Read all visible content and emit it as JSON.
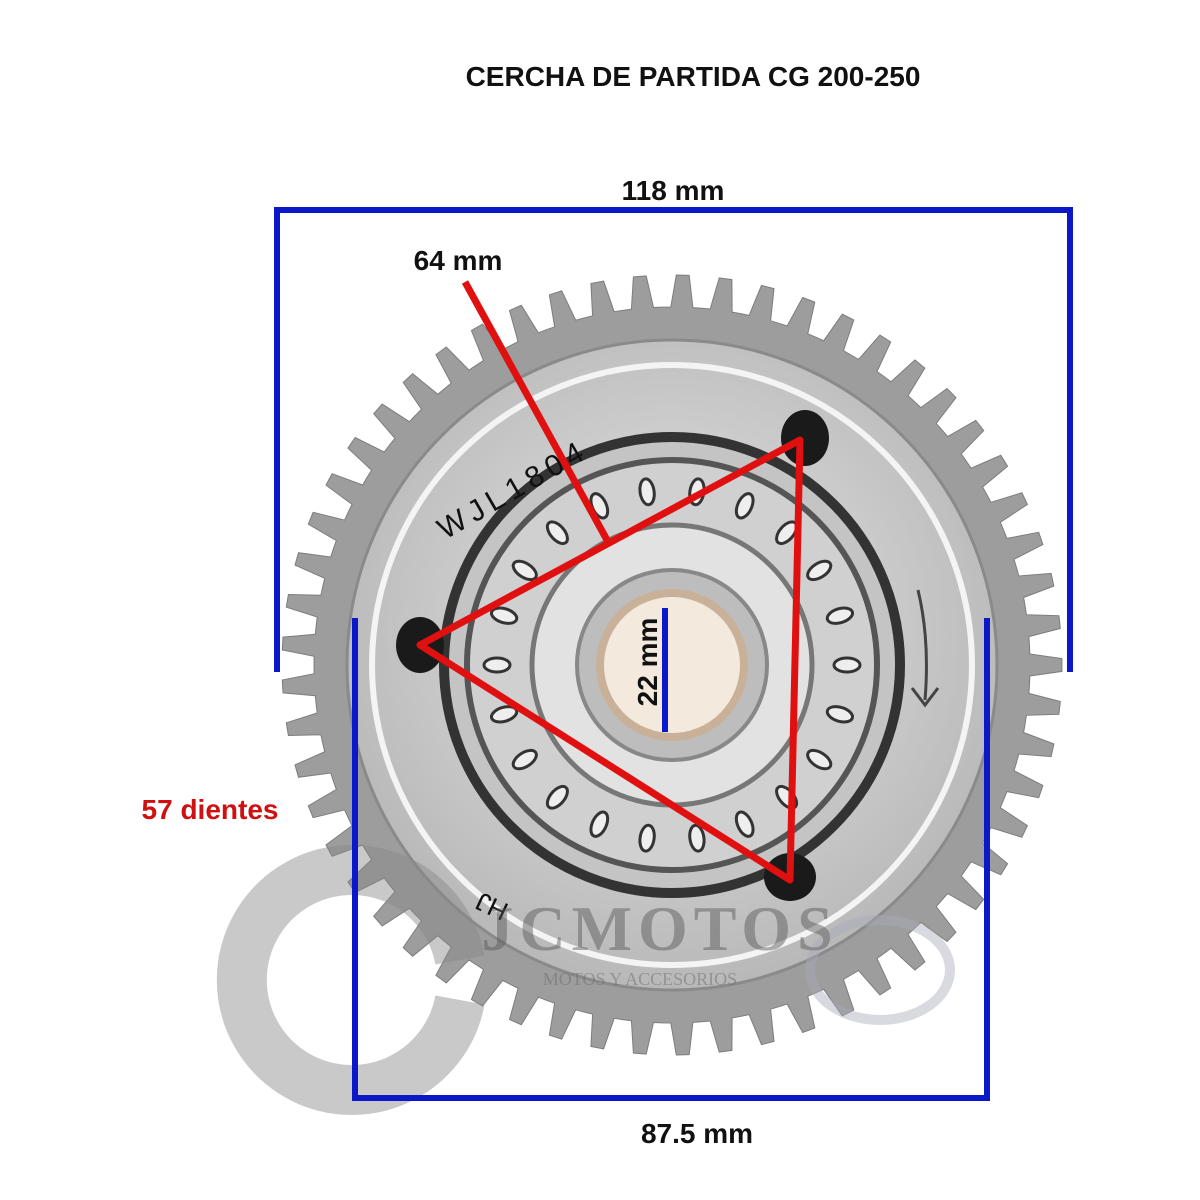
{
  "title": "CERCHA DE PARTIDA CG 200-250",
  "dimensions": {
    "outer_width": "118 mm",
    "bolt_circle": "64 mm",
    "bore": "22 mm",
    "hub_width": "87.5 mm",
    "teeth": "57 dientes"
  },
  "gear": {
    "tooth_count": 57,
    "engraving": "WJL1804",
    "engraving_small": "HJ"
  },
  "watermark": {
    "brand": "JCMOTOS",
    "subtitle": "MOTOS Y ACCESORIOS"
  },
  "colors": {
    "dimension_lines": "#0b18c8",
    "bolt_triangle": "#e01010",
    "teeth_label": "#d01010",
    "gear_metal": "#9a9a9a"
  }
}
